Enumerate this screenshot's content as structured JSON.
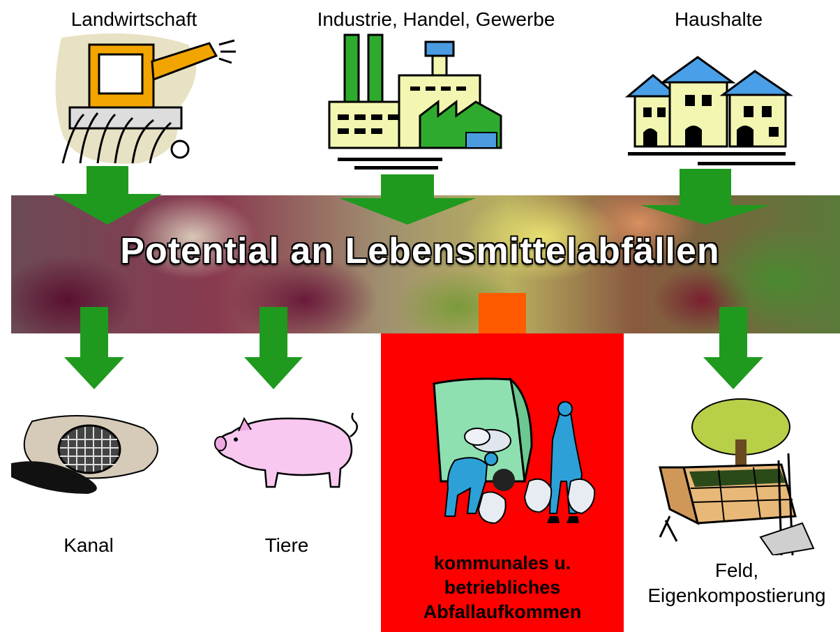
{
  "sources": [
    {
      "label": "Landwirtschaft",
      "icon": "harvester-icon"
    },
    {
      "label": "Industrie, Handel, Gewerbe",
      "icon": "factory-icon"
    },
    {
      "label": "Haushalte",
      "icon": "houses-icon"
    }
  ],
  "banner": {
    "title": "Potential an Lebensmittelabfällen"
  },
  "destinations": [
    {
      "label": "Kanal",
      "icon": "sewer-pipe-icon"
    },
    {
      "label": "Tiere",
      "icon": "pig-icon"
    },
    {
      "label_lines": [
        "kommunales u.",
        "betriebliches",
        "Abfallaufkommen"
      ],
      "icon": "garbage-truck-workers-icon"
    },
    {
      "label_lines": [
        "Feld,",
        "Eigenkompostierung"
      ],
      "icon": "compost-bin-icon"
    }
  ],
  "colors": {
    "arrow": "#1f9a1f",
    "highlight": "#ff0000",
    "connector": "#ff5a00"
  }
}
